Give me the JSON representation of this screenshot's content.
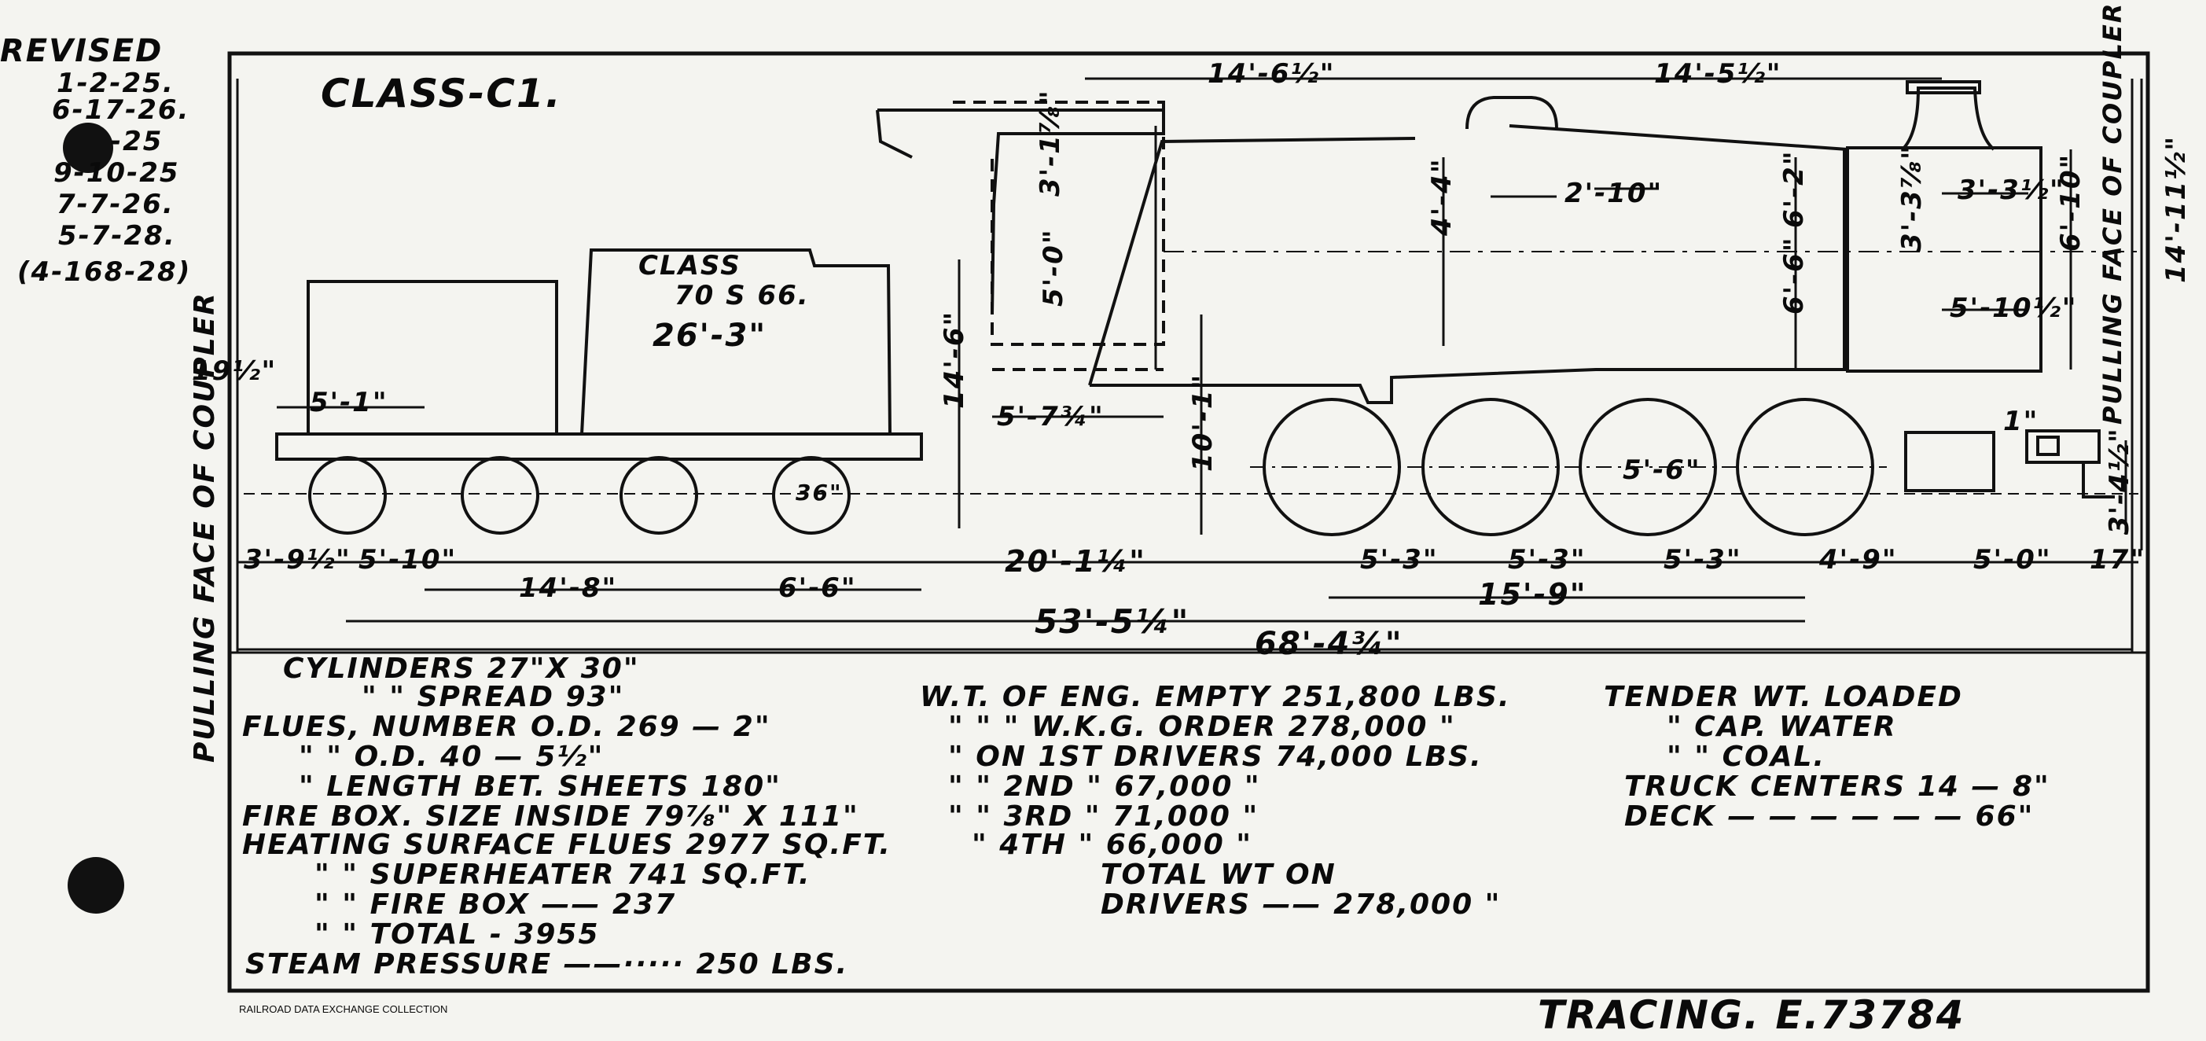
{
  "revisions": {
    "heading": "REVISED",
    "dates": [
      "1-2-25.",
      "6-17-26.",
      "-25",
      "9-10-25",
      "7-7-26.",
      "5-7-28.",
      "(4-168-28)"
    ]
  },
  "title": "CLASS-C1.",
  "tender_label": [
    "CLASS",
    "70 S 66."
  ],
  "side_labels": {
    "left": "PULLING FACE OF COUPLER",
    "right": "PULLING FACE OF COUPLER"
  },
  "dimensions": {
    "top_14_6": "14'-6½\"",
    "top_14_5": "14'-5½\"",
    "sand_dome_h": "4'-4\"",
    "sand_dome_w": "2'-10\"",
    "stack_h": "3'-3⅞\"",
    "stack_w": "3'-3½\"",
    "boiler_6_2": "6'-2\"",
    "boiler_6": "6'-6\"",
    "smokebox_6_10": "6'-10\"",
    "smokebox_5_10": "5'-10½\"",
    "cab_3_1": "3'-1⅞\"",
    "cab_5_0": "5'-0\"",
    "tender_height": "14'-6\"",
    "cab_5_7": "5'-7¾\"",
    "height_10_1": "10'-1\"",
    "overall_height": "14'-11½\"",
    "tender_19": "19½\"",
    "tender_5_1": "5'-1\"",
    "tender_26_3": "26'-3\"",
    "tender_wheel": "36\"",
    "driver_wheel": "5'-6\"",
    "pilot_1": "1\"",
    "pilot_3": "3'-4½\"",
    "row1": [
      "3'-9½\"",
      "5'-10\"",
      "20'-1¼\"",
      "5'-3\"",
      "5'-3\"",
      "5'-3\"",
      "4'-9\"",
      "5'-0\"",
      "17\""
    ],
    "tender_14_8": "14'-8\"",
    "tender_6_6": "6'-6\"",
    "drivers_15_9": "15'-9\"",
    "wheelbase_53": "53'-5¼\"",
    "overall_68": "68'-4¾\""
  },
  "specs_left": [
    "CYLINDERS  27\"X 30\"",
    "\"          \"      SPREAD 93\"",
    "FLUES, NUMBER  O.D. 269 — 2\"",
    "\"     \"      O.D. 40 — 5½\"",
    "\"   LENGTH BET. SHEETS 180\"",
    "FIRE BOX. SIZE INSIDE 79⅞\" X 111\"",
    "HEATING SURFACE FLUES 2977 SQ.FT.",
    "\"        \"        SUPERHEATER 741 SQ.FT.",
    "\"        \"        FIRE BOX —— 237",
    "\"        \"        TOTAL - 3955",
    "STEAM PRESSURE ——····· 250 LBS."
  ],
  "specs_mid": [
    "W.T. OF ENG. EMPTY 251,800 LBS.",
    "\"   \"   \"   W.K.G. ORDER 278,000 \"",
    "\"   ON 1ST DRIVERS   74,000 LBS.",
    "\"   \"   2ND    \"      67,000  \"",
    "\"   \"   3RD    \"      71,000  \"",
    "\"      4TH    \"      66,000  \"",
    "TOTAL WT ON",
    "DRIVERS —— 278,000 \""
  ],
  "specs_right": [
    "TENDER WT. LOADED",
    "\"    CAP. WATER",
    "\"      \"    COAL.",
    "TRUCK CENTERS  14 — 8\"",
    "DECK — — — — — — 66\""
  ],
  "footer": {
    "collection": "RAILROAD DATA EXCHANGE COLLECTION",
    "tracing": "TRACING. E.73784"
  }
}
